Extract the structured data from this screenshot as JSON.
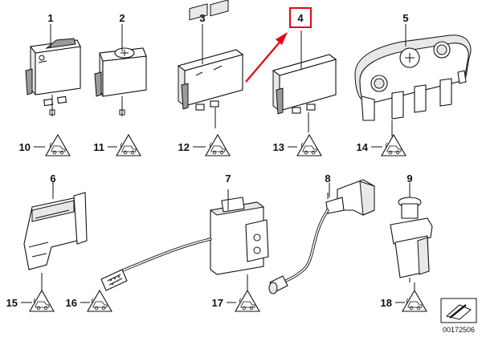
{
  "callouts": {
    "n1": "1",
    "n2": "2",
    "n3": "3",
    "n4": "4",
    "n5": "5",
    "n6": "6",
    "n7": "7",
    "n8": "8",
    "n9": "9",
    "n10": "10",
    "n11": "11",
    "n12": "12",
    "n13": "13",
    "n14": "14",
    "n15": "15",
    "n16": "16",
    "n17": "17",
    "n18": "18"
  },
  "footer": {
    "code": "00172506"
  },
  "colors": {
    "highlight": "#e30613",
    "ink": "#111111",
    "paper": "#ffffff"
  },
  "icons": {
    "warning_triangle": "car-tilt-warning-icon",
    "footer_symbol": "arrow-cut-icon"
  }
}
